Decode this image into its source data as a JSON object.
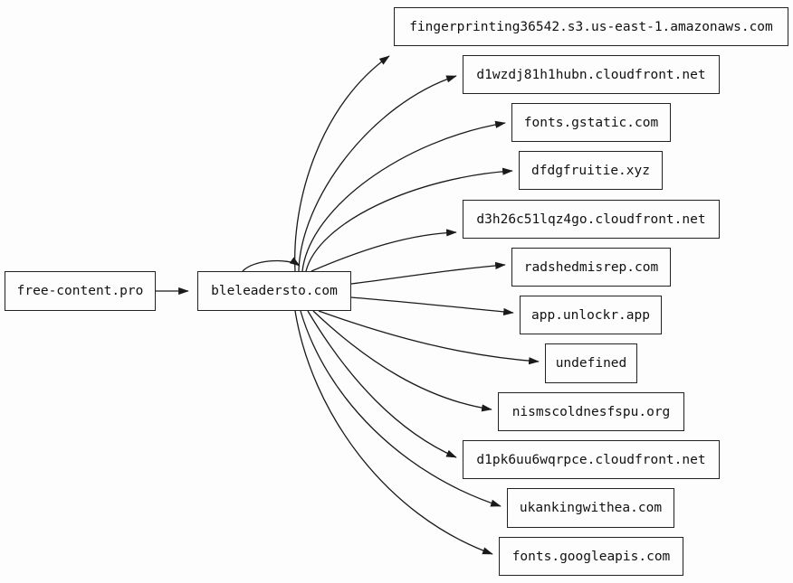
{
  "diagram": {
    "type": "directed-graph",
    "description": "Domain redirect / request graph",
    "colors": {
      "background": "#fdfdfd",
      "node_border": "#222222",
      "node_fill": "#fdfdfd",
      "edge_stroke": "#1a1a1a",
      "text": "#111111"
    },
    "nodes": [
      {
        "id": "free-content-pro",
        "label": "free-content.pro"
      },
      {
        "id": "bleleadersto-com",
        "label": "bleleadersto.com"
      },
      {
        "id": "fingerprinting-s3",
        "label": "fingerprinting36542.s3.us-east-1.amazonaws.com"
      },
      {
        "id": "d1wzdj81h1hubn",
        "label": "d1wzdj81h1hubn.cloudfront.net"
      },
      {
        "id": "fonts-gstatic",
        "label": "fonts.gstatic.com"
      },
      {
        "id": "dfdgfruitie",
        "label": "dfdgfruitie.xyz"
      },
      {
        "id": "d3h26c51lqz4go",
        "label": "d3h26c51lqz4go.cloudfront.net"
      },
      {
        "id": "radshedmisrep",
        "label": "radshedmisrep.com"
      },
      {
        "id": "app-unlockr",
        "label": "app.unlockr.app"
      },
      {
        "id": "undefined",
        "label": "undefined"
      },
      {
        "id": "nismscoldnesfspu",
        "label": "nismscoldnesfspu.org"
      },
      {
        "id": "d1pk6uu6wqrpce",
        "label": "d1pk6uu6wqrpce.cloudfront.net"
      },
      {
        "id": "ukankingwithea",
        "label": "ukankingwithea.com"
      },
      {
        "id": "fonts-googleapis",
        "label": "fonts.googleapis.com"
      }
    ],
    "edges": [
      {
        "from": "free-content-pro",
        "to": "bleleadersto-com"
      },
      {
        "from": "bleleadersto-com",
        "to": "bleleadersto-com"
      },
      {
        "from": "bleleadersto-com",
        "to": "fingerprinting-s3"
      },
      {
        "from": "bleleadersto-com",
        "to": "d1wzdj81h1hubn"
      },
      {
        "from": "bleleadersto-com",
        "to": "fonts-gstatic"
      },
      {
        "from": "bleleadersto-com",
        "to": "dfdgfruitie"
      },
      {
        "from": "bleleadersto-com",
        "to": "d3h26c51lqz4go"
      },
      {
        "from": "bleleadersto-com",
        "to": "radshedmisrep"
      },
      {
        "from": "bleleadersto-com",
        "to": "app-unlockr"
      },
      {
        "from": "bleleadersto-com",
        "to": "undefined"
      },
      {
        "from": "bleleadersto-com",
        "to": "nismscoldnesfspu"
      },
      {
        "from": "bleleadersto-com",
        "to": "d1pk6uu6wqrpce"
      },
      {
        "from": "bleleadersto-com",
        "to": "ukankingwithea"
      },
      {
        "from": "bleleadersto-com",
        "to": "fonts-googleapis"
      }
    ]
  }
}
